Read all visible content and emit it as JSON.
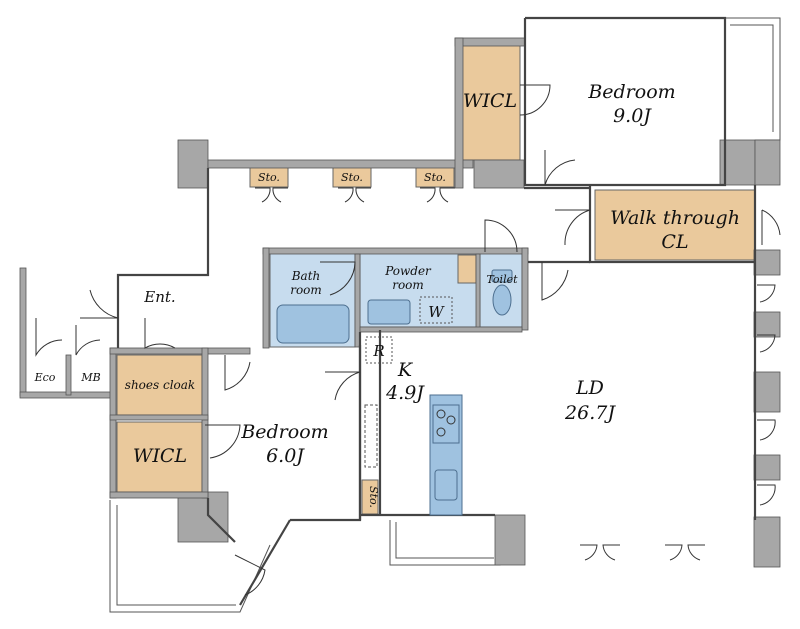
{
  "rooms": {
    "bedroom_a": {
      "name": "Bedroom",
      "size": "9.0J"
    },
    "wicl_a": "WICL",
    "sto_1": "Sto.",
    "sto_2": "Sto.",
    "sto_3": "Sto.",
    "walk_through_cl": {
      "line1": "Walk through",
      "line2": "CL"
    },
    "bath": {
      "line1": "Bath",
      "line2": "room"
    },
    "powder": {
      "line1": "Powder",
      "line2": "room"
    },
    "washer": "W",
    "toilet": "Toilet",
    "entrance": "Ent.",
    "eco": "Eco",
    "mb": "MB",
    "shoes_cloak": "shoes cloak",
    "wicl_b": "WICL",
    "bedroom_b": {
      "name": "Bedroom",
      "size": "6.0J"
    },
    "refrigerator": "R",
    "kitchen": {
      "name": "K",
      "size": "4.9J"
    },
    "sto_kitchen": "Sto.",
    "living_dining": {
      "name": "LD",
      "size": "26.7J"
    }
  },
  "colors": {
    "closet": "#eac99c",
    "wet_area": "#c7dcee",
    "fixture": "#9fc2e0",
    "wall": "#a7a7a7"
  }
}
